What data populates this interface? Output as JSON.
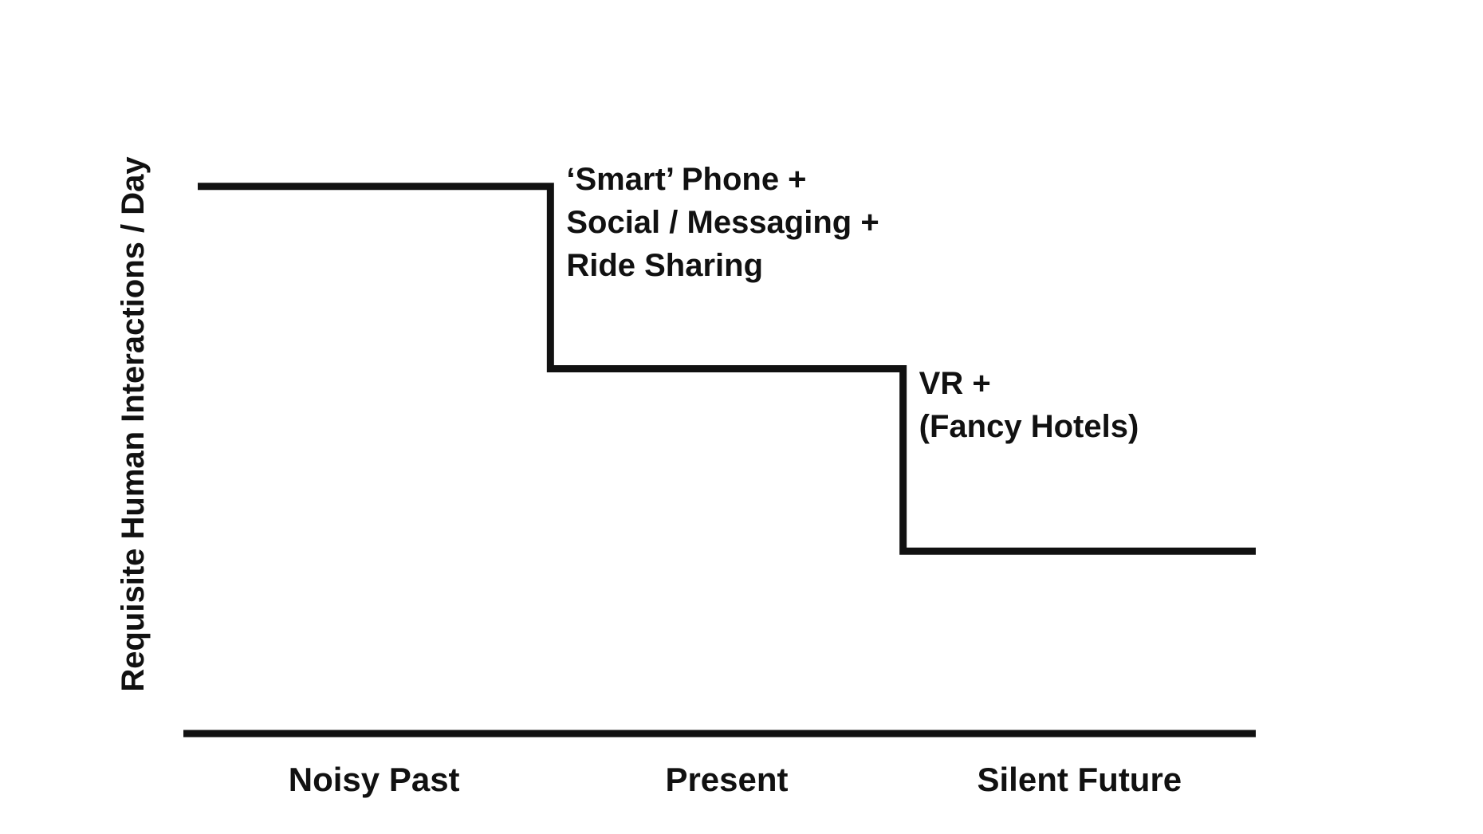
{
  "colors": {
    "line": "#111111",
    "text": "#111111",
    "background": "#ffffff"
  },
  "chart_data": {
    "type": "line",
    "title": "",
    "xlabel": "",
    "ylabel": "Requisite Human Interactions / Day",
    "categories": [
      "Noisy Past",
      "Present",
      "Silent Future"
    ],
    "step_levels": [
      3,
      2,
      1
    ],
    "ylim": [
      0,
      3.2
    ],
    "grid": false,
    "legend": "none",
    "annotations": [
      {
        "after_category": "Noisy Past",
        "lines": [
          "‘Smart’ Phone +",
          "Social / Messaging +",
          "Ride Sharing"
        ]
      },
      {
        "after_category": "Present",
        "lines": [
          "VR +",
          "(Fancy Hotels)"
        ]
      }
    ]
  }
}
